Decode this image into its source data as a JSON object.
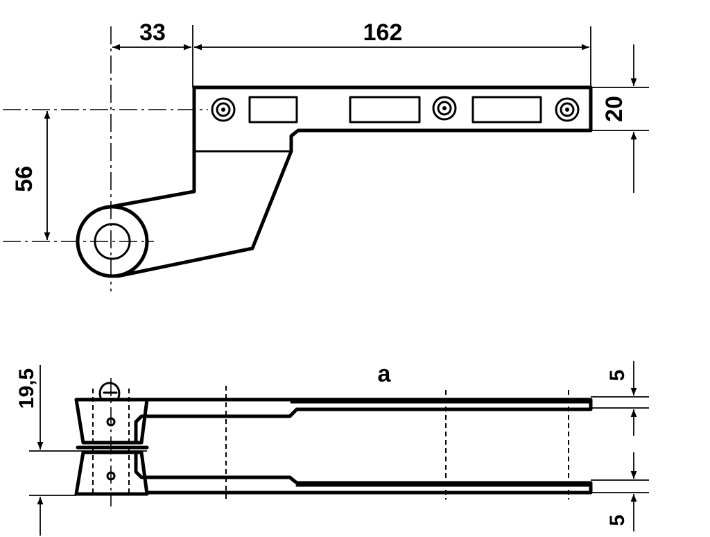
{
  "diagram": {
    "top_view": {
      "dim_offset": "33",
      "dim_length": "162",
      "dim_height": "56",
      "dim_width": "20"
    },
    "side_view": {
      "dim_gap": "19,5",
      "label_a": "a",
      "dim_thickness_top": "5",
      "dim_thickness_bottom": "5"
    }
  }
}
